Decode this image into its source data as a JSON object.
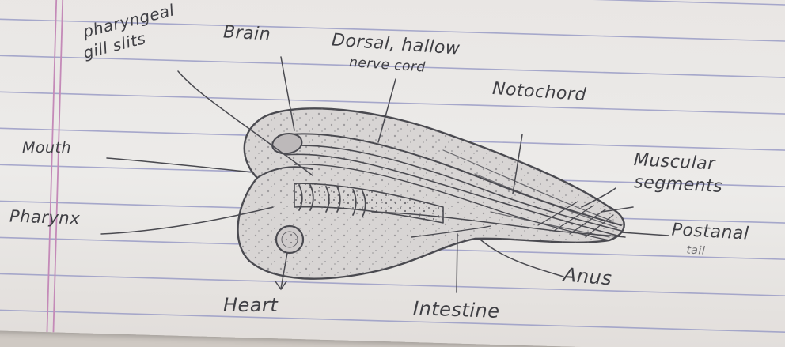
{
  "diagram": {
    "labels": {
      "pharyngeal_gill_slits": [
        "pharyngeal",
        "gill slits"
      ],
      "brain": "Brain",
      "nerve_cord": [
        "Dorsal, hallow",
        "nerve cord"
      ],
      "notochord": "Notochord",
      "mouth": "Mouth",
      "muscular_segments": [
        "Muscular",
        "segments"
      ],
      "pharynx": "Pharynx",
      "postanal_tail": [
        "Postanal",
        "tail"
      ],
      "anus": "Anus",
      "heart": "Heart",
      "intestine": "Intestine"
    }
  },
  "colors": {
    "paper": "#ecebe9",
    "rule_lines": "#9a9cc6",
    "margin_lines": "#c48ab8",
    "pencil": "#4a4a50",
    "shading": "#9d9b9e"
  }
}
